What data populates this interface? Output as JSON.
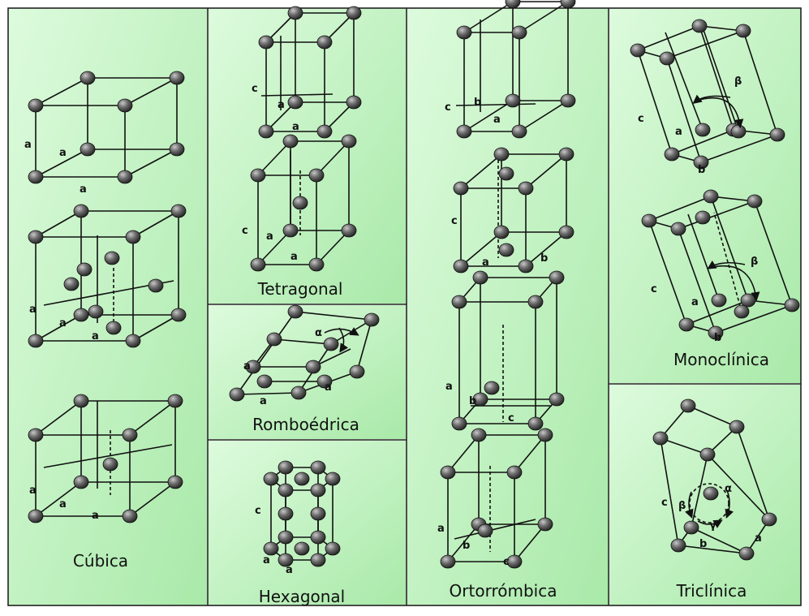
{
  "panels": {
    "cubic": {
      "title": "Cúbica",
      "labels": [
        "a",
        "a",
        "a",
        "a",
        "a",
        "a",
        "a",
        "a",
        "a"
      ]
    },
    "tetragonal": {
      "title": "Tetragonal",
      "labels": [
        "c",
        "a",
        "a",
        "c",
        "a",
        "a"
      ]
    },
    "rhombohedral": {
      "title": "Romboédrica",
      "labels": [
        "α",
        "a",
        "a",
        "a"
      ]
    },
    "hexagonal": {
      "title": "Hexagonal",
      "labels": [
        "c",
        "a",
        "a"
      ]
    },
    "orthorhombic": {
      "title": "Ortorrómbica",
      "labels": [
        "c",
        "b",
        "a",
        "c",
        "a",
        "b",
        "a",
        "b",
        "c",
        "a",
        "b",
        "c"
      ]
    },
    "monoclinic": {
      "title": "Monoclínica",
      "labels": [
        "c",
        "β",
        "a",
        "b",
        "c",
        "β",
        "a",
        "b"
      ]
    },
    "triclinic": {
      "title": "Triclínica",
      "labels": [
        "c",
        "β",
        "α",
        "γ",
        "b",
        "a"
      ]
    }
  },
  "colors": {
    "panel_fill_light": "#dcfadc",
    "panel_fill_dark": "#a8e8a8",
    "atom_light": "#b0b0b0",
    "atom_dark": "#202020",
    "edge": "#111111"
  }
}
